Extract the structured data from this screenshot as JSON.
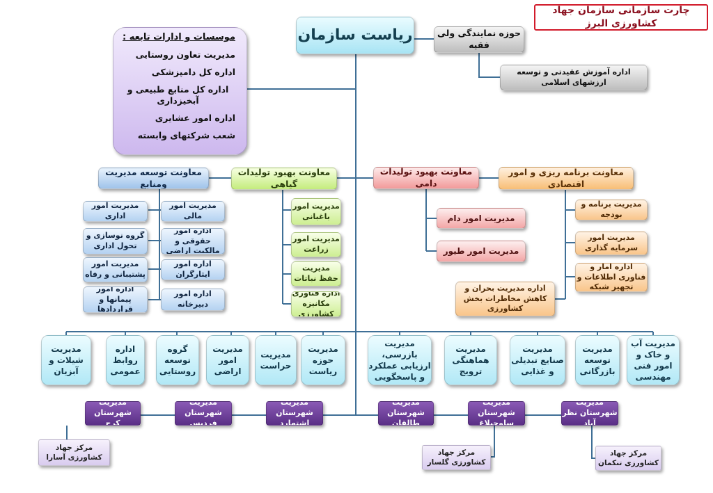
{
  "header": {
    "chart_title": "چارت سازمانی سازمان جهاد کشاورزی البرز"
  },
  "root": {
    "label": "ریاست سازمان"
  },
  "representative": {
    "label": "حوزه نمایندگی ولی فقیه",
    "child": "اداره آموزش عقیدتی و توسعه ارزشهای اسلامی"
  },
  "affiliates": {
    "heading": "موسسات و ادارات تابعه :",
    "items": [
      "مدیریت تعاون روستایی",
      "اداره کل دامپزشکی",
      "اداره کل منابع طبیعی  و آبخیزداری",
      "اداره امور عشایری",
      "شعب شرکتهای وابسته"
    ]
  },
  "deputies": {
    "resources": {
      "label": "معاونت توسعه مدیریت ومنابع",
      "col_right": [
        "مدیریت امور مالی",
        "اداره امور حقوقی و مالکیت اراضی",
        "اداره امور ایثارگران",
        "اداره امور دبیرخانه"
      ],
      "col_left": [
        "مدیریت امور اداری",
        "گروه نوسازی و تحول اداری",
        "مدیریت امور پشتیبانی و رفاه",
        "اداره امور پیمانها و قراردادها"
      ]
    },
    "plant": {
      "label": "معاونت بهبود تولیدات گیاهی",
      "items": [
        "مدیریت امور باغبانی",
        "مدیریت امور زراعت",
        "مدیریت حفظ نباتات",
        "اداره فناوری مکانیزه کشاورزی"
      ]
    },
    "livestock": {
      "label": "معاونت بهبود تولیدات دامی",
      "items": [
        "مدیریت امور دام",
        "مدیریت امور طیور"
      ]
    },
    "planning": {
      "label": "معاونت برنامه ریزی و امور اقتصادی",
      "items": [
        "مدیریت برنامه و بودجه",
        "مدیریت امور سرمایه گذاری",
        "اداره آمار و فناوری اطلاعات و تجهیز شبکه"
      ],
      "crisis": "اداره مدیریت بحران و کاهش مخاطرات بخش کشاورزی"
    }
  },
  "directorates": [
    "مدیریت آب و خاک و امور فنی مهندسی",
    "مدیریت توسعه بازرگانی",
    "مدیریت صنایع تبدیلی و غذایی",
    "مدیریت هماهنگی ترویج",
    "مدیریت بازرسی، ارزیابی عملکرد و پاسخگویی",
    "مدیریت حوزه ریاست",
    "مدیریت حراست",
    "مدیریت امور اراضی",
    "گروه توسعه روستایی",
    "اداره روابط عمومی",
    "مدیریت شیلات و آبزیان"
  ],
  "counties": [
    "مدیریت شهرستان نظر آباد",
    "مدیریت شهرستان ساوجبلاغ",
    "مدیریت شهرستان طالقان",
    "مدیریت شهرستان اشتهارد",
    "مدیریت شهرستان فردیس",
    "مدیریت شهرستان کرج"
  ],
  "centers": [
    "مرکز جهاد کشاورزی تنکمان",
    "مرکز جهاد کشاورزی گلسار",
    "مرکز جهاد کشاورزی آسارا"
  ],
  "colors": {
    "connector": "#3f6f96",
    "title_border": "#d21a2a",
    "county_fill": "#6b3f98"
  }
}
